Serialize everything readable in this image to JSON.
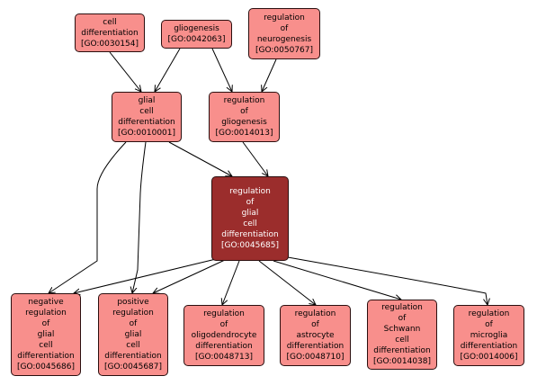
{
  "nodes": {
    "cell_diff": {
      "lines": [
        "cell",
        "differentiation",
        "[GO:0030154]"
      ]
    },
    "gliogenesis": {
      "lines": [
        "gliogenesis",
        "[GO:0042063]"
      ]
    },
    "reg_neuro": {
      "lines": [
        "regulation",
        "of",
        "neurogenesis",
        "[GO:0050767]"
      ]
    },
    "glial_diff": {
      "lines": [
        "glial",
        "cell",
        "differentiation",
        "[GO:0010001]"
      ]
    },
    "reg_glio": {
      "lines": [
        "regulation",
        "of",
        "gliogenesis",
        "[GO:0014013]"
      ]
    },
    "reg_glial_diff": {
      "lines": [
        "regulation",
        "of",
        "glial",
        "cell",
        "differentiation",
        "[GO:0045685]"
      ]
    },
    "neg_reg": {
      "lines": [
        "negative",
        "regulation",
        "of",
        "glial",
        "cell",
        "differentiation",
        "[GO:0045686]"
      ]
    },
    "pos_reg": {
      "lines": [
        "positive",
        "regulation",
        "of",
        "glial",
        "cell",
        "differentiation",
        "[GO:0045687]"
      ]
    },
    "reg_oligo": {
      "lines": [
        "regulation",
        "of",
        "oligodendrocyte",
        "differentiation",
        "[GO:0048713]"
      ]
    },
    "reg_astro": {
      "lines": [
        "regulation",
        "of",
        "astrocyte",
        "differentiation",
        "[GO:0048710]"
      ]
    },
    "reg_schwann": {
      "lines": [
        "regulation",
        "of",
        "Schwann",
        "cell",
        "differentiation",
        "[GO:0014038]"
      ]
    },
    "reg_micro": {
      "lines": [
        "regulation",
        "of",
        "microglia",
        "differentiation",
        "[GO:0014006]"
      ]
    }
  },
  "colors": {
    "node_fill": "#f88f8c",
    "focus_fill": "#9b2d2c",
    "border": "#2b0f0f",
    "edge": "#000000"
  }
}
